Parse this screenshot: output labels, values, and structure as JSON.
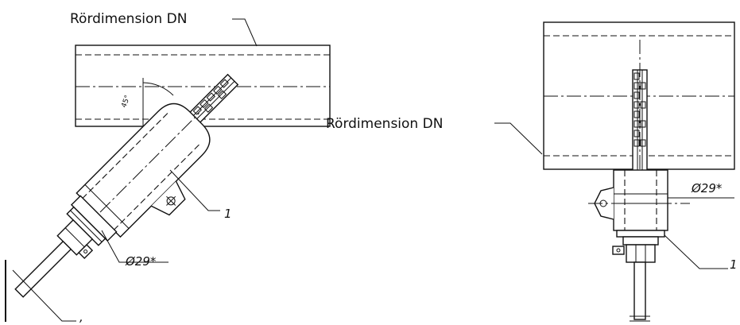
{
  "left_view": {
    "pipe_label": "Rördimension DN",
    "angle_label": "45°",
    "item_label": "1",
    "diameter_label": "Ø29*",
    "bottom_label": ","
  },
  "right_view": {
    "pipe_label": "Rördimension DN",
    "diameter_label": "Ø29*",
    "item_label": "1"
  }
}
